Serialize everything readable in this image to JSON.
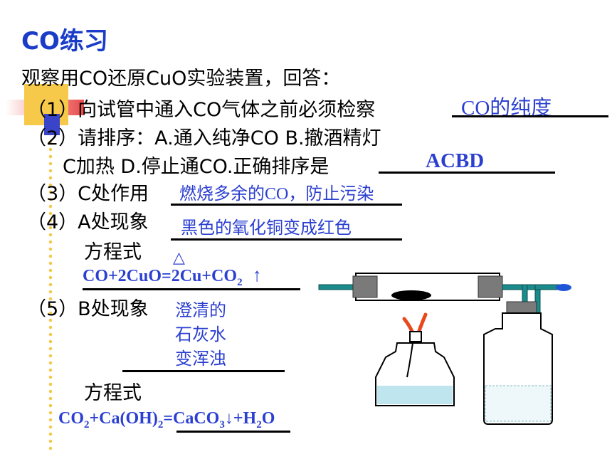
{
  "title": "CO练习",
  "intro": "观察用CO还原CuO实验装置，回答：",
  "q1": {
    "text": "（1）向试管中通入CO气体之前必须检察",
    "answer": "CO的纯度"
  },
  "q2": {
    "line1": "（2）请排序：A.通入纯净CO  B.撤酒精灯",
    "line2": "C加热 D.停止通CO.正确排序是",
    "answer": "ACBD"
  },
  "q3": {
    "text": "（3）C处作用",
    "answer": "燃烧多余的CO，防止污染"
  },
  "q4": {
    "text": "（4）A处现象",
    "answer": "黑色的氧化铜变成红色",
    "eq_label": "方程式",
    "heat_symbol": "△",
    "equation": {
      "p1": "CO+2CuO=2Cu+CO",
      "sub1": "2",
      "gas_arrow": "↑"
    }
  },
  "q5": {
    "text": "（5）B处现象",
    "answer_lines": [
      "澄清的",
      "石灰水",
      "变浑浊"
    ],
    "eq_label": "方程式",
    "equation": {
      "p1": "CO",
      "sub1": "2",
      "p2": "+Ca(OH)",
      "sub2": "2",
      "p3": "=CaCO",
      "sub3": "3",
      "arrow": "↓",
      "p4": "+H",
      "sub4": "2",
      "p5": "O"
    }
  },
  "colors": {
    "title": "#1a3cc8",
    "answer": "#2b3fd0",
    "pipe": "#1a8a8a",
    "flame": "#e8481c"
  }
}
